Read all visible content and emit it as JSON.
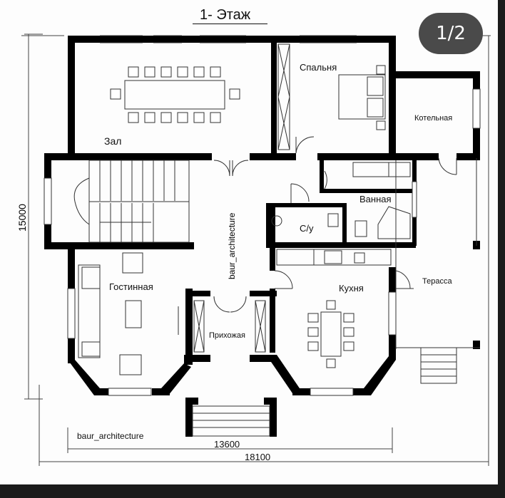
{
  "title": "1- Этаж",
  "page_indicator": "1/2",
  "rooms": {
    "hall": "Зал",
    "bedroom": "Спальня",
    "boiler": "Котельная",
    "bathroom": "Ванная",
    "wc": "С/у",
    "living": "Гостинная",
    "entrance": "Прихожая",
    "kitchen": "Кухня",
    "terrace": "Терасса"
  },
  "watermark_vertical": "baur_architecture",
  "watermark_bottom": "baur_architecture",
  "dimensions": {
    "height": "15000",
    "inner_width": "13600",
    "total_width": "18100"
  },
  "colors": {
    "wall": "#000000",
    "line": "#333333",
    "background": "#fdfdfd",
    "badge": "#4a4a4a"
  }
}
